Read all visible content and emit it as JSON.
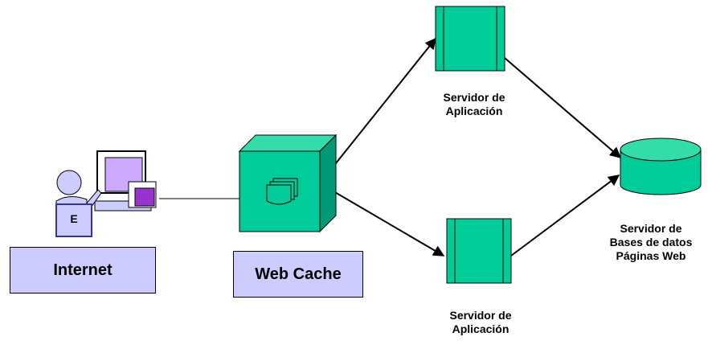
{
  "nodes": {
    "internet": {
      "label": "Internet"
    },
    "web_cache": {
      "label": "Web Cache"
    },
    "app_server_top": {
      "label_line1": "Servidor de",
      "label_line2": "Aplicación"
    },
    "app_server_bottom": {
      "label_line1": "Servidor de",
      "label_line2": "Aplicación"
    },
    "db_server": {
      "label_line1": "Servidor de",
      "label_line2": "Bases de datos",
      "label_line3": "Páginas Web"
    },
    "user_badge": {
      "letter": "E"
    }
  },
  "colors": {
    "server_fill": "#00cc99",
    "server_top": "#33ddaa",
    "server_side": "#009977",
    "box_fill": "#ccccff",
    "monitor_fill": "#ccaaff",
    "monitor_dark": "#9933cc",
    "person_fill": "#ccccff"
  },
  "icons": {
    "user": "user-at-computer-icon",
    "cache": "cube-with-pages-icon",
    "server": "server-tower-icon",
    "database": "database-cylinder-icon"
  }
}
